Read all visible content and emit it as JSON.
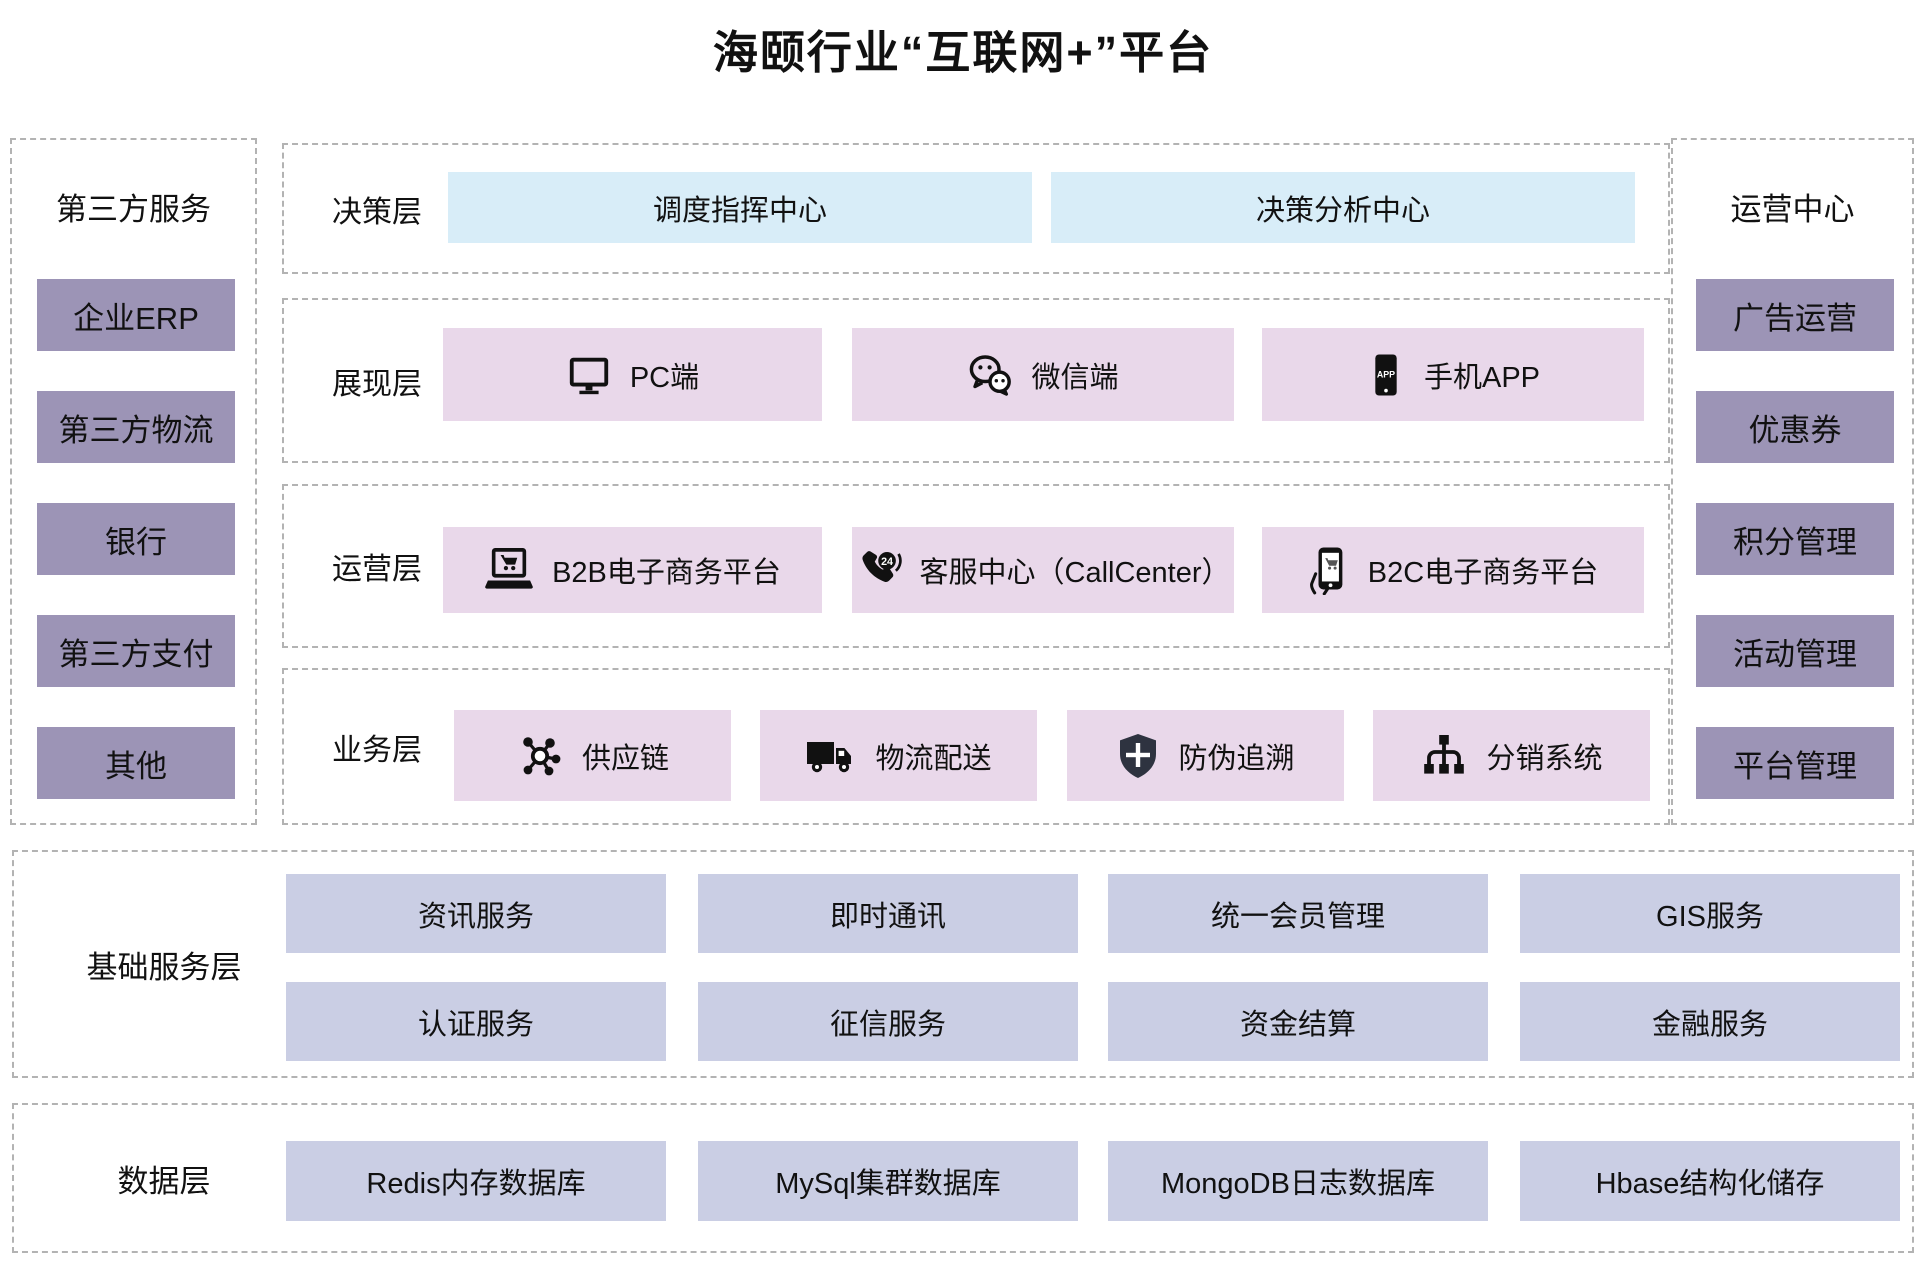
{
  "title": "海颐行业“互联网+”平台",
  "left_panel": {
    "title": "第三方服务",
    "items": [
      {
        "label": "企业ERP"
      },
      {
        "label": "第三方物流"
      },
      {
        "label": "银行"
      },
      {
        "label": "第三方支付"
      },
      {
        "label": "其他"
      }
    ]
  },
  "right_panel": {
    "title": "运营中心",
    "items": [
      {
        "label": "广告运营"
      },
      {
        "label": "优惠券"
      },
      {
        "label": "积分管理"
      },
      {
        "label": "活动管理"
      },
      {
        "label": "平台管理"
      }
    ]
  },
  "layers": [
    {
      "label": "决策层",
      "items": [
        {
          "label": "调度指挥中心"
        },
        {
          "label": "决策分析中心"
        }
      ]
    },
    {
      "label": "展现层",
      "items": [
        {
          "icon": "monitor-icon",
          "label": "PC端"
        },
        {
          "icon": "wechat-icon",
          "label": "微信端"
        },
        {
          "icon": "mobile-app-icon",
          "label": "手机APP"
        }
      ]
    },
    {
      "label": "运营层",
      "items": [
        {
          "icon": "laptop-cart-icon",
          "label": "B2B电子商务平台"
        },
        {
          "icon": "callcenter-24-icon",
          "label": "客服中心（CallCenter）"
        },
        {
          "icon": "phone-cart-icon",
          "label": "B2C电子商务平台"
        }
      ]
    },
    {
      "label": "业务层",
      "items": [
        {
          "icon": "supply-chain-icon",
          "label": "供应链"
        },
        {
          "icon": "truck-icon",
          "label": "物流配送"
        },
        {
          "icon": "shield-plus-icon",
          "label": "防伪追溯"
        },
        {
          "icon": "distribution-icon",
          "label": "分销系统"
        }
      ]
    }
  ],
  "base_service_layer": {
    "label": "基础服务层",
    "row1": [
      {
        "label": "资讯服务"
      },
      {
        "label": "即时通讯"
      },
      {
        "label": "统一会员管理"
      },
      {
        "label": "GIS服务"
      }
    ],
    "row2": [
      {
        "label": "认证服务"
      },
      {
        "label": "征信服务"
      },
      {
        "label": "资金结算"
      },
      {
        "label": "金融服务"
      }
    ]
  },
  "data_layer": {
    "label": "数据层",
    "items": [
      {
        "label": "Redis内存数据库"
      },
      {
        "label": "MySql集群数据库"
      },
      {
        "label": "MongoDB日志数据库"
      },
      {
        "label": "Hbase结构化储存"
      }
    ]
  },
  "colors": {
    "side_box": "#9c94b6",
    "decision_box": "#d8edf8",
    "pink_box": "#e9d8ea",
    "service_box": "#cacee4",
    "dashed_border": "#b3b3b3",
    "text": "#1a1a1a"
  }
}
